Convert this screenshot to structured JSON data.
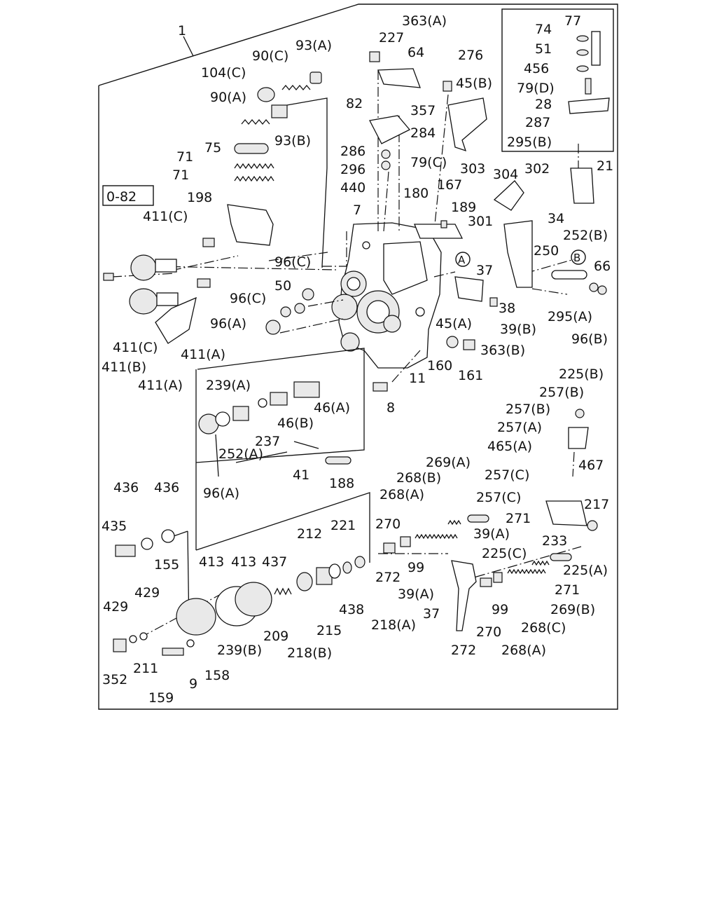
{
  "callouts": {
    "c1": "1",
    "c93a": "93(A)",
    "c90c": "90(C)",
    "c104c": "104(C)",
    "c90a": "90(A)",
    "c93b": "93(B)",
    "c75": "75",
    "c71a": "71",
    "c71b": "71",
    "c198": "198",
    "c082": "0-82",
    "c411c_top": "411(C)",
    "c227": "227",
    "c64": "64",
    "c363a": "363(A)",
    "c276": "276",
    "c45b": "45(B)",
    "c82": "82",
    "c357": "357",
    "c284": "284",
    "c286": "286",
    "c296": "296",
    "c79c": "79(C)",
    "c440": "440",
    "c77": "77",
    "c74": "74",
    "c51": "51",
    "c456": "456",
    "c79d": "79(D)",
    "c28": "28",
    "c287": "287",
    "c295b": "295(B)",
    "c21": "21",
    "c303": "303",
    "c304": "304",
    "c302": "302",
    "c252b": "252(B)",
    "c180": "180",
    "c167": "167",
    "c189": "189",
    "c7": "7",
    "c301": "301",
    "c34": "34",
    "c250": "250",
    "cB": "B",
    "cA": "A",
    "c37a": "37",
    "c66": "66",
    "c96c_a": "96(C)",
    "c50": "50",
    "c96c_b": "96(C)",
    "c96a_a": "96(A)",
    "c38": "38",
    "c295a": "295(A)",
    "c39b": "39(B)",
    "c96b": "96(B)",
    "c45a": "45(A)",
    "c363b": "363(B)",
    "c160": "160",
    "c161": "161",
    "c11": "11",
    "c8": "8",
    "c411c_b": "411(C)",
    "c411a_a": "411(A)",
    "c411b": "411(B)",
    "c411a_b": "411(A)",
    "c239a": "239(A)",
    "c46a": "46(A)",
    "c46b": "46(B)",
    "c237": "237",
    "c252a": "252(A)",
    "c41": "41",
    "c96a_b": "96(A)",
    "c188": "188",
    "c225b": "225(B)",
    "c257b_a": "257(B)",
    "c257b_b": "257(B)",
    "c257a": "257(A)",
    "c467": "467",
    "c465a": "465(A)",
    "c269a": "269(A)",
    "c268b": "268(B)",
    "c268a_a": "268(A)",
    "c257c_a": "257(C)",
    "c257c_b": "257(C)",
    "c217": "217",
    "c271_a": "271",
    "c39a_a": "39(A)",
    "c233": "233",
    "c225c": "225(C)",
    "c225a": "225(A)",
    "c436_a": "436",
    "c436_b": "436",
    "c435": "435",
    "c155": "155",
    "c270_a": "270",
    "c221": "221",
    "c212": "212",
    "c437": "437",
    "c413_a": "413",
    "c413_b": "413",
    "c99_a": "99",
    "c272_a": "272",
    "c39a_b": "39(A)",
    "c271_b": "271",
    "c269b": "269(B)",
    "c37b": "37",
    "c99_b": "99",
    "c438": "438",
    "c218a": "218(A)",
    "c268c": "268(C)",
    "c429_a": "429",
    "c429_b": "429",
    "c209": "209",
    "c215": "215",
    "c270_b": "270",
    "c239b": "239(B)",
    "c218b": "218(B)",
    "c272_b": "272",
    "c268a_b": "268(A)",
    "c211": "211",
    "c352": "352",
    "c9": "9",
    "c158": "158",
    "c159": "159"
  }
}
